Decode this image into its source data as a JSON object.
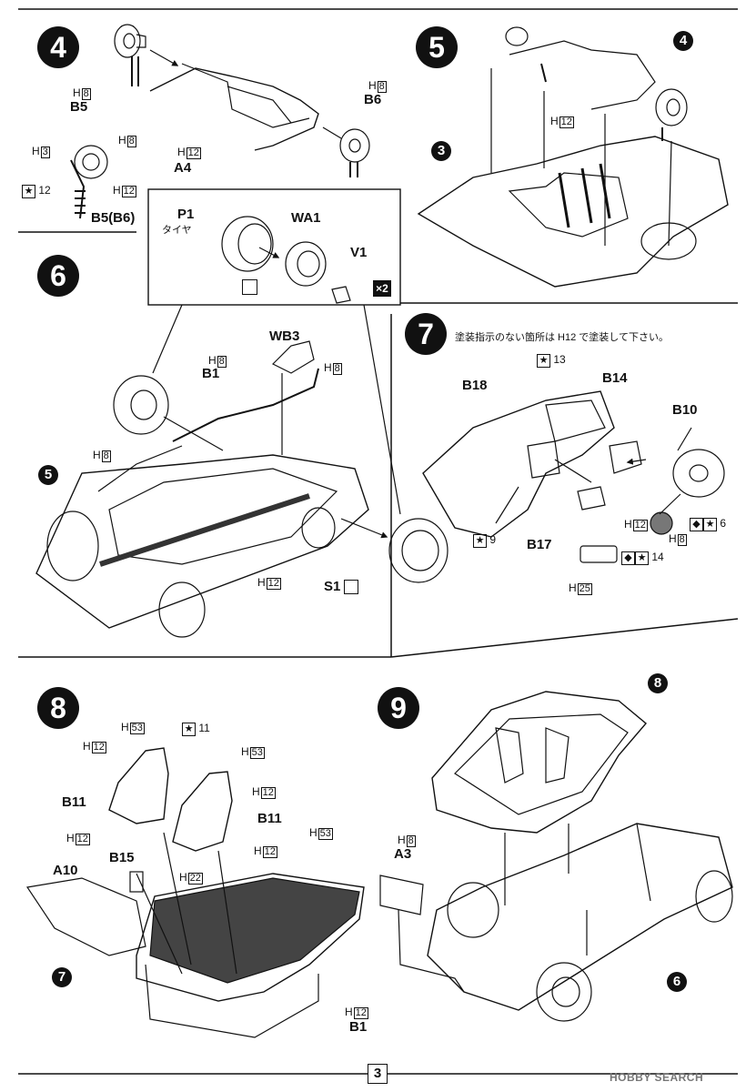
{
  "steps": {
    "s4": "4",
    "s5": "5",
    "s6": "6",
    "s7": "7",
    "s8": "8",
    "s9": "9"
  },
  "callouts": {
    "c4": "4",
    "c3": "3",
    "c5": "5",
    "c7": "7",
    "c8": "8",
    "c6": "6"
  },
  "parts": {
    "B5": "B5",
    "A4": "A4",
    "B6": "B6",
    "B5B6": "B5(B6)",
    "P1": "P1",
    "P1_sub": "タイヤ",
    "WA1": "WA1",
    "V1": "V1",
    "x2": "×2",
    "WB3": "WB3",
    "B1_6": "B1",
    "S1": "S1",
    "B18": "B18",
    "B14": "B14",
    "B10": "B10",
    "B17": "B17",
    "B11a": "B11",
    "B11b": "B11",
    "B15": "B15",
    "A10": "A10",
    "B1_8": "B1",
    "A3": "A3"
  },
  "paint": {
    "h8": "8",
    "h3": "3",
    "h12": "12",
    "h53": "53",
    "h22": "22",
    "h25": "25",
    "H": "H"
  },
  "stars": {
    "st12": "12",
    "st13": "13",
    "st9": "9",
    "st6": "6",
    "st14": "14",
    "st11": "11"
  },
  "note7": "塗装指示のない箇所は H12 で塗装して下さい。",
  "page_number": "3",
  "watermark": "HOBBY SEARCH"
}
